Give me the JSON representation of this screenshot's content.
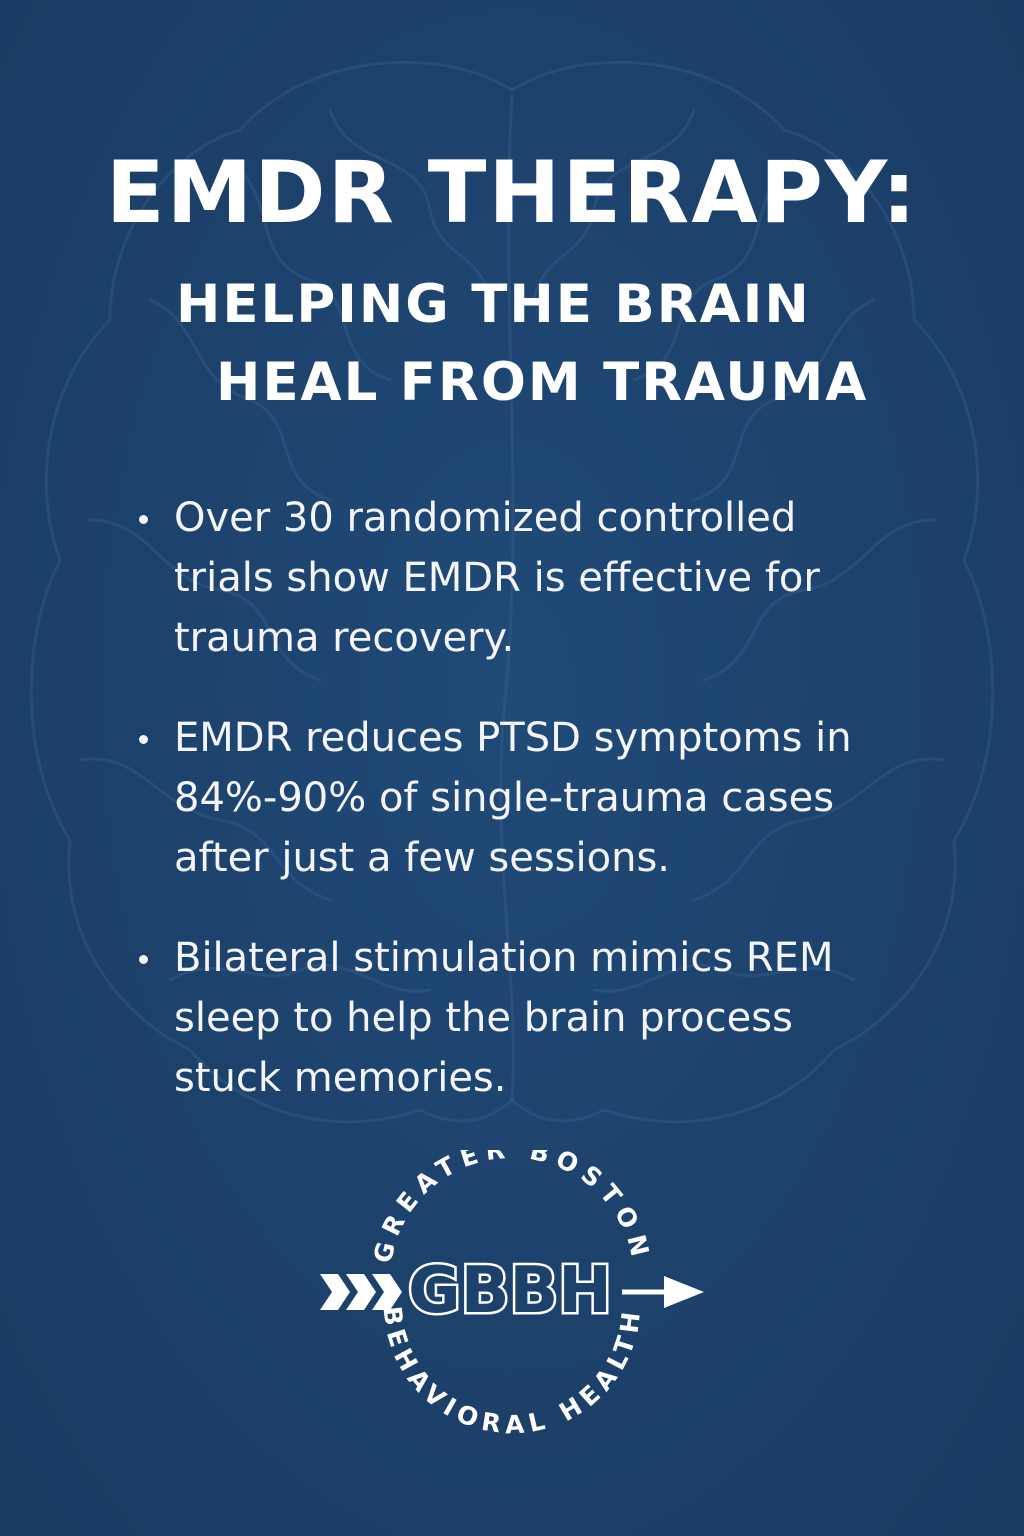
{
  "title": "EMDR THERAPY:",
  "subtitle": {
    "line1": "HELPING THE BRAIN",
    "line2": "HEAL FROM TRAUMA"
  },
  "bullets": [
    {
      "text": "Over 30 randomized controlled trials show EMDR is effective for trauma recovery."
    },
    {
      "text": "EMDR reduces PTSD symptoms in 84%-90% of single-trauma cases after just a few sessions."
    },
    {
      "text": "Bilateral stimulation mimics REM sleep to help the brain process stuck memories."
    }
  ],
  "logo": {
    "top_arc": "GREATER BOSTON",
    "monogram": "GBBH",
    "bottom_arc": "BEHAVIORAL HEALTH"
  },
  "colors": {
    "background": "#1c416b",
    "text": "#ffffff"
  }
}
